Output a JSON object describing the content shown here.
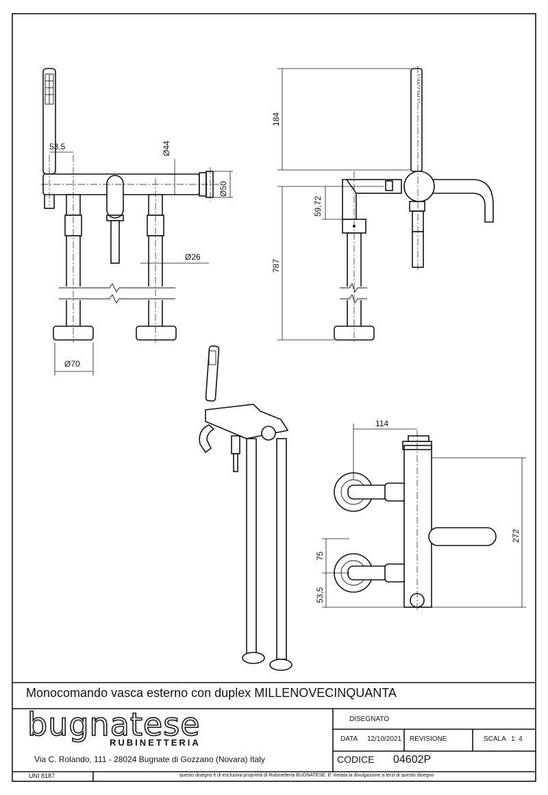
{
  "title": "Monocomando vasca esterno con duplex MILLENOVECINQUANTA",
  "brand": {
    "name": "bugnatese",
    "subtitle": "RUBINETTERIA"
  },
  "address": "Via C. Rolando, 111 - 28024 Bugnate di Gozzano (Novara) Italy",
  "title_block": {
    "designed_label": "DISEGNATO",
    "date_label": "DATA",
    "date_value": "12/10/2021",
    "revision_label": "REVISIONE",
    "scale_label": "SCALA",
    "scale_value": "1: 4",
    "code_label": "CODICE",
    "code_value": "04602P"
  },
  "standard": "UNI 8187",
  "notice": "questo disegno è di esclusiva proprietà di Rubinetteria BUGNATESE. E' vietata la divulgazione a terzi di questo disegno",
  "dimensions": {
    "front_a": "53,5",
    "front_diam44": "Ø44",
    "front_diam50": "Ø50",
    "front_diam26": "Ø26",
    "front_diam70": "Ø70",
    "side_184": "184",
    "side_5972": "59,72",
    "side_787": "787",
    "top_114": "114",
    "top_272": "272",
    "top_75": "75",
    "top_535": "53,5"
  }
}
